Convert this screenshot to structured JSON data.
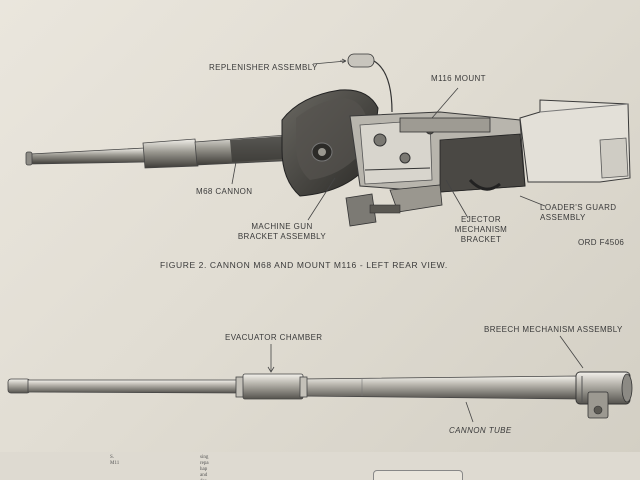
{
  "figure1": {
    "labels": {
      "replenisher": "REPLENISHER ASSEMBLY",
      "mount": "M116 MOUNT",
      "cannon": "M68 CANNON",
      "mg_bracket": "MACHINE GUN BRACKET ASSEMBLY",
      "ejector": "EJECTOR MECHANISM BRACKET",
      "loaders_guard": "LOADER'S GUARD ASSEMBLY",
      "ord": "ORD F4506"
    },
    "caption": "FIGURE 2.  CANNON M68 AND MOUNT M116 - LEFT REAR VIEW."
  },
  "figure2": {
    "labels": {
      "evacuator": "EVACUATOR CHAMBER",
      "breech": "BREECH MECHANISM ASSEMBLY",
      "tube": "CANNON TUBE"
    }
  },
  "next_page": {
    "col1": "S.\nM11",
    "col2": "sing\nrepa\nhap\nand\ndes\nwhic\nstal\nTM"
  }
}
